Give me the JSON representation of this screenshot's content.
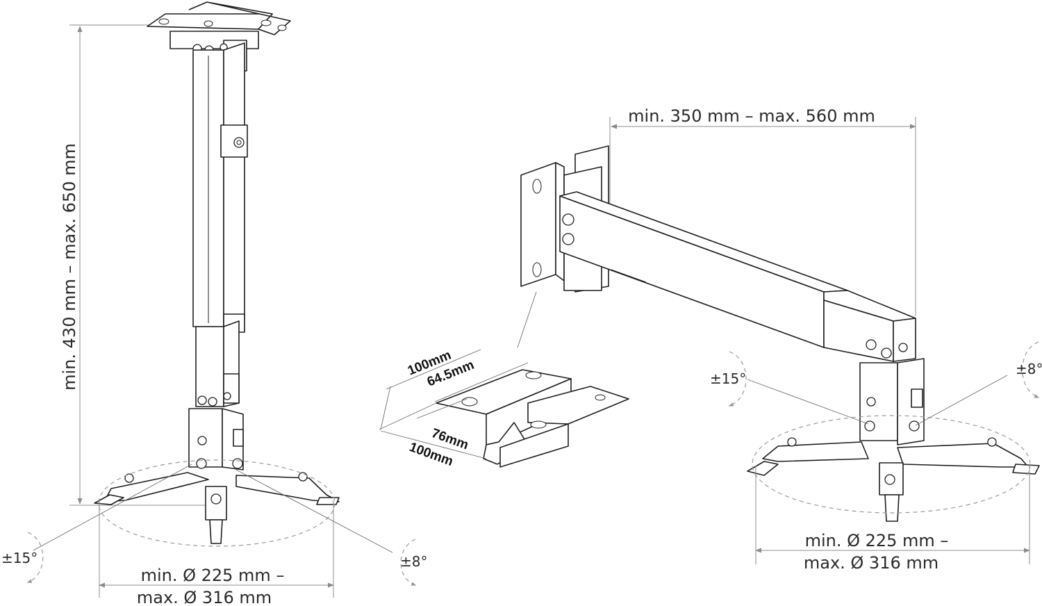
{
  "ceiling_mount": {
    "height_dimension": "min. 430 mm – max. 650 mm",
    "diameter_line1": "min. Ø 225 mm –",
    "diameter_line2": "max. Ø 316 mm",
    "tilt": "±15°",
    "swivel": "±8°"
  },
  "wall_mount": {
    "reach_dimension": "min. 350 mm – max. 560 mm",
    "diameter_line1": "min. Ø 225 mm –",
    "diameter_line2": "max. Ø 316 mm",
    "tilt": "±15°",
    "swivel": "±8°"
  },
  "bracket_detail": {
    "dim_outer_top": "100mm",
    "dim_inner_top": "64.5mm",
    "dim_inner_bottom": "76mm",
    "dim_outer_bottom": "100mm"
  },
  "colors": {
    "line": "#1e1e1e",
    "dimension_line": "#8c8c8c",
    "text": "#2a2a2a",
    "background": "#ffffff"
  }
}
